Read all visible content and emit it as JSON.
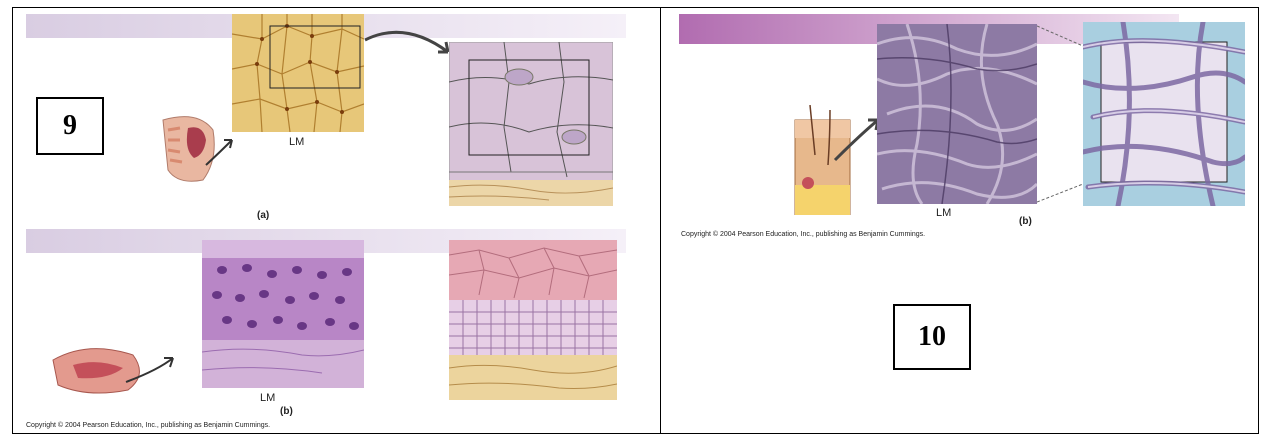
{
  "panel_left": {
    "label": "9",
    "top_figure": {
      "micrograph_label": "LM",
      "part_label": "(a)"
    },
    "bottom_figure": {
      "micrograph_label": "LM",
      "part_label": "(b)"
    },
    "copyright": "Copyright © 2004 Pearson Education, Inc., publishing as Benjamin Cummings."
  },
  "panel_right": {
    "label": "10",
    "figure": {
      "micrograph_label": "LM",
      "part_label": "(b)"
    },
    "copyright": "Copyright © 2004 Pearson Education, Inc., publishing as Benjamin Cummings."
  },
  "icons": {
    "uterus": "uterus-organ-icon",
    "mouth": "mouth-organ-icon",
    "skin": "skin-block-icon"
  },
  "colors": {
    "banner_purple": "#c9b9d6",
    "banner_magenta": "#b978b8",
    "transitional_stain": "#d6b25a",
    "squamous_stain": "#8a55a8",
    "dense_stain": "#7c6a93"
  }
}
